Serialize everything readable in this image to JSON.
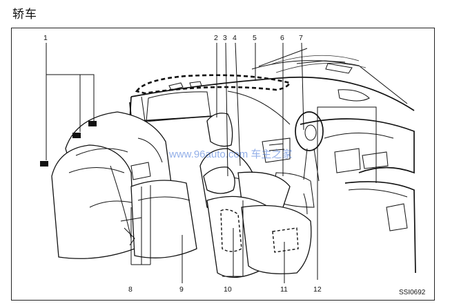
{
  "heading": "轿车",
  "figure_code": "SSI0692",
  "watermark": "www.96auto.com 车主之家",
  "callouts": [
    "1",
    "2",
    "3",
    "4",
    "5",
    "6",
    "7",
    "8",
    "9",
    "10",
    "11",
    "12"
  ]
}
